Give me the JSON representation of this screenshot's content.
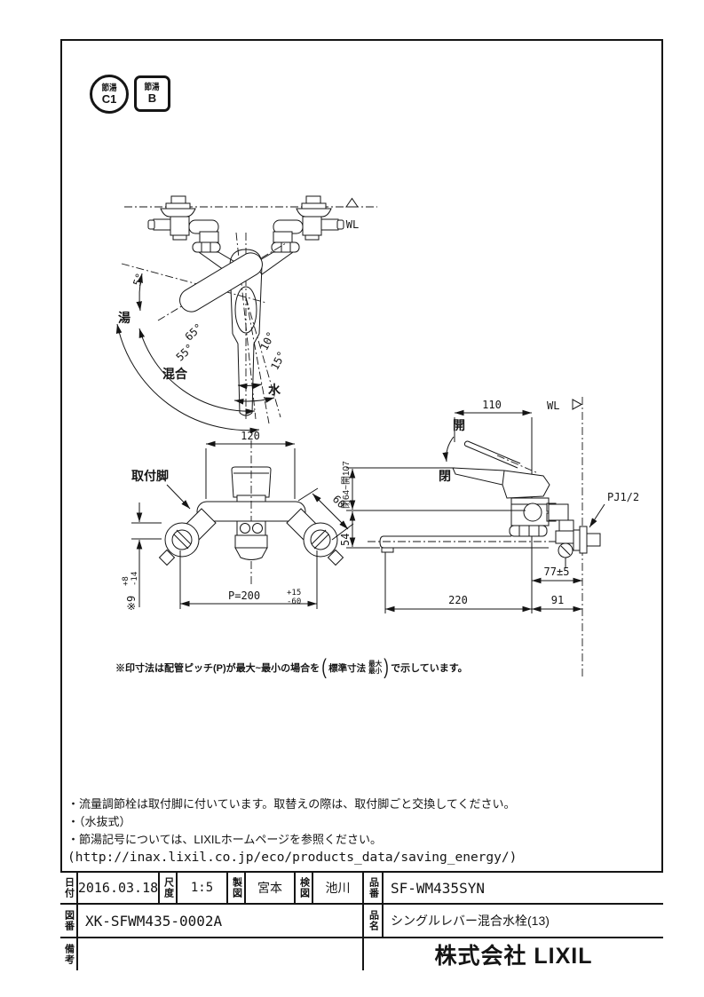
{
  "badges": {
    "eco_c1": {
      "line1": "節湯",
      "line2": "C1"
    },
    "eco_b": {
      "line1": "節湯",
      "line2": "B"
    }
  },
  "top_view": {
    "wl": "WL",
    "angle_5": "5°",
    "angle_65": "65°",
    "angle_55": "55°",
    "angle_10": "10°",
    "angle_15": "15°",
    "label_hot": "湯",
    "label_mix": "混合",
    "label_cold": "水"
  },
  "front_view": {
    "dim_width": "120",
    "label_mounting_leg": "取付脚",
    "dim_leg": "60",
    "dim_offset_base": "※9",
    "dim_offset_plus": "+8",
    "dim_offset_minus": "-14",
    "dim_pitch_base": "P=200",
    "dim_pitch_plus": "+15",
    "dim_pitch_minus": "-60"
  },
  "side_view": {
    "dim_handle": "110",
    "label_open": "開",
    "label_closed": "閉",
    "wl": "WL",
    "dim_height_range": "閉64~開107",
    "dim_height": "54",
    "label_thread": "PJ1/2",
    "dim_valve_wall": "77±5",
    "dim_spout": "220",
    "dim_body_wall": "91"
  },
  "dimension_note": {
    "prefix": "※印寸法は配管ピッチ(P)が最大~最小の場合を",
    "paren_open": "(",
    "std_label": "標準寸法",
    "stack_top": "最大",
    "stack_bottom": "最小",
    "paren_close": ")",
    "suffix": "で示しています。"
  },
  "notes": [
    "・流量調節栓は取付脚に付いています。取替えの際は、取付脚ごと交換してください。",
    "・（水抜式）",
    "・節湯記号については、LIXILホームページを参照ください。",
    "(http://inax.lixil.co.jp/eco/products_data/saving_energy/)"
  ],
  "title_block": {
    "date_label": "日付",
    "date_value": "2016.03.18",
    "scale_label": "尺度",
    "scale_value": "1:5",
    "drawn_label": "製図",
    "drawn_value": "宮本",
    "checked_label": "検図",
    "checked_value": "池川",
    "part_no_label": "品番",
    "part_no_value": "SF-WM435SYN",
    "drawing_no_label": "図番",
    "drawing_no_value": "XK-SFWM435-0002A",
    "part_name_label": "品名",
    "part_name_value": "シングルレバー混合水栓(13)",
    "remarks_label": "備考",
    "remarks_value": "",
    "company": "株式会社 LIXIL"
  }
}
